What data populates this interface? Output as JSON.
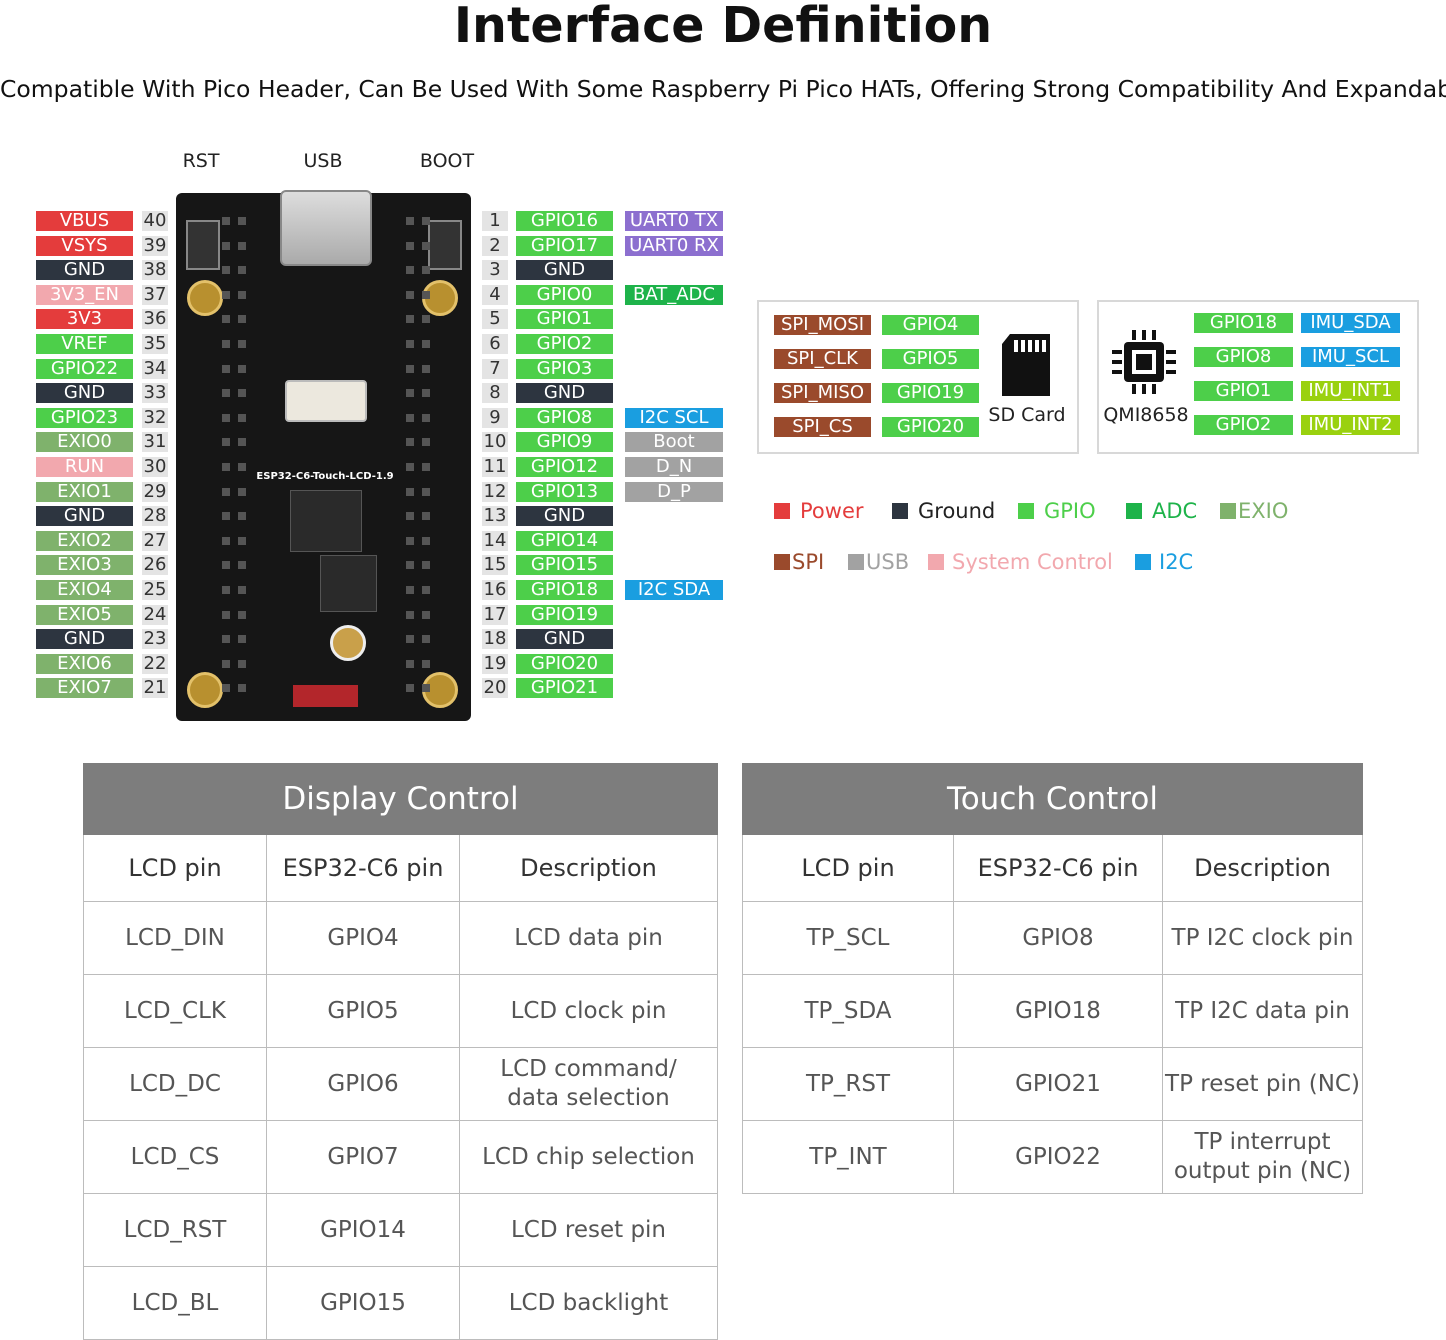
{
  "title": "Interface Definition",
  "subtitle": "Compatible With Pico Header, Can Be Used With Some Raspberry Pi Pico HATs, Offering Strong Compatibility And Expandability",
  "board": {
    "top_labels": [
      "RST",
      "USB",
      "BOOT"
    ],
    "silk_name": "ESP32-C6-Touch-LCD-1.9",
    "sd_label": "SD Card",
    "imu_label": "QMI8658"
  },
  "colors": {
    "power": "#e43c3c",
    "ground": "#2d3540",
    "gpio": "#4dcf4a",
    "adc": "#1eb34a",
    "exio": "#7fb26c",
    "spi": "#9a4a2c",
    "usb": "#a2a2a2",
    "system": "#f2a8ae",
    "i2c": "#1a9ee0",
    "uart": "#8c6fcf",
    "imu": "#9ad10f"
  },
  "left_pins": [
    {
      "label": "VBUS",
      "num": "40",
      "type": "power"
    },
    {
      "label": "VSYS",
      "num": "39",
      "type": "power"
    },
    {
      "label": "GND",
      "num": "38",
      "type": "ground"
    },
    {
      "label": "3V3_EN",
      "num": "37",
      "type": "system"
    },
    {
      "label": "3V3",
      "num": "36",
      "type": "power"
    },
    {
      "label": "VREF",
      "num": "35",
      "type": "gpio"
    },
    {
      "label": "GPIO22",
      "num": "34",
      "type": "gpio"
    },
    {
      "label": "GND",
      "num": "33",
      "type": "ground"
    },
    {
      "label": "GPIO23",
      "num": "32",
      "type": "gpio"
    },
    {
      "label": "EXIO0",
      "num": "31",
      "type": "exio"
    },
    {
      "label": "RUN",
      "num": "30",
      "type": "system"
    },
    {
      "label": "EXIO1",
      "num": "29",
      "type": "exio"
    },
    {
      "label": "GND",
      "num": "28",
      "type": "ground"
    },
    {
      "label": "EXIO2",
      "num": "27",
      "type": "exio"
    },
    {
      "label": "EXIO3",
      "num": "26",
      "type": "exio"
    },
    {
      "label": "EXIO4",
      "num": "25",
      "type": "exio"
    },
    {
      "label": "EXIO5",
      "num": "24",
      "type": "exio"
    },
    {
      "label": "GND",
      "num": "23",
      "type": "ground"
    },
    {
      "label": "EXIO6",
      "num": "22",
      "type": "exio"
    },
    {
      "label": "EXIO7",
      "num": "21",
      "type": "exio"
    }
  ],
  "right_pins": [
    {
      "num": "1",
      "label": "GPIO16",
      "type": "gpio",
      "extra": "UART0 TX",
      "extra_type": "uart"
    },
    {
      "num": "2",
      "label": "GPIO17",
      "type": "gpio",
      "extra": "UART0 RX",
      "extra_type": "uart"
    },
    {
      "num": "3",
      "label": "GND",
      "type": "ground"
    },
    {
      "num": "4",
      "label": "GPIO0",
      "type": "gpio",
      "extra": "BAT_ADC",
      "extra_type": "adc"
    },
    {
      "num": "5",
      "label": "GPIO1",
      "type": "gpio"
    },
    {
      "num": "6",
      "label": "GPIO2",
      "type": "gpio"
    },
    {
      "num": "7",
      "label": "GPIO3",
      "type": "gpio"
    },
    {
      "num": "8",
      "label": "GND",
      "type": "ground"
    },
    {
      "num": "9",
      "label": "GPIO8",
      "type": "gpio",
      "extra": "I2C SCL",
      "extra_type": "i2c"
    },
    {
      "num": "10",
      "label": "GPIO9",
      "type": "gpio",
      "extra": "Boot",
      "extra_type": "usb"
    },
    {
      "num": "11",
      "label": "GPIO12",
      "type": "gpio",
      "extra": "D_N",
      "extra_type": "usb"
    },
    {
      "num": "12",
      "label": "GPIO13",
      "type": "gpio",
      "extra": "D_P",
      "extra_type": "usb"
    },
    {
      "num": "13",
      "label": "GND",
      "type": "ground"
    },
    {
      "num": "14",
      "label": "GPIO14",
      "type": "gpio"
    },
    {
      "num": "15",
      "label": "GPIO15",
      "type": "gpio"
    },
    {
      "num": "16",
      "label": "GPIO18",
      "type": "gpio",
      "extra": "I2C SDA",
      "extra_type": "i2c"
    },
    {
      "num": "17",
      "label": "GPIO19",
      "type": "gpio"
    },
    {
      "num": "18",
      "label": "GND",
      "type": "ground"
    },
    {
      "num": "19",
      "label": "GPIO20",
      "type": "gpio"
    },
    {
      "num": "20",
      "label": "GPIO21",
      "type": "gpio"
    }
  ],
  "sd_pins": [
    {
      "func": "SPI_MOSI",
      "gpio": "GPIO4"
    },
    {
      "func": "SPI_CLK",
      "gpio": "GPIO5"
    },
    {
      "func": "SPI_MISO",
      "gpio": "GPIO19"
    },
    {
      "func": "SPI_CS",
      "gpio": "GPIO20"
    }
  ],
  "imu_pins": [
    {
      "gpio": "GPIO18",
      "func": "IMU_SDA",
      "func_type": "i2c"
    },
    {
      "gpio": "GPIO8",
      "func": "IMU_SCL",
      "func_type": "i2c"
    },
    {
      "gpio": "GPIO1",
      "func": "IMU_INT1",
      "func_type": "imu"
    },
    {
      "gpio": "GPIO2",
      "func": "IMU_INT2",
      "func_type": "imu"
    }
  ],
  "legend_row1": [
    {
      "name": "Power",
      "type": "power"
    },
    {
      "name": "Ground",
      "type": "ground"
    },
    {
      "name": "GPIO",
      "type": "gpio"
    },
    {
      "name": "ADC",
      "type": "adc"
    },
    {
      "name": "EXIO",
      "type": "exio"
    }
  ],
  "legend_row2": [
    {
      "name": "SPI",
      "type": "spi"
    },
    {
      "name": "USB",
      "type": "usb"
    },
    {
      "name": "System Control",
      "type": "system"
    },
    {
      "name": "I2C",
      "type": "i2c"
    }
  ],
  "display_table": {
    "caption": "Display Control",
    "headers": [
      "LCD pin",
      "ESP32-C6 pin",
      "Description"
    ],
    "rows": [
      [
        "LCD_DIN",
        "GPIO4",
        "LCD data pin"
      ],
      [
        "LCD_CLK",
        "GPIO5",
        "LCD clock pin"
      ],
      [
        "LCD_DC",
        "GPIO6",
        "LCD command/\ndata selection"
      ],
      [
        "LCD_CS",
        "GPIO7",
        "LCD chip selection"
      ],
      [
        "LCD_RST",
        "GPIO14",
        "LCD reset pin"
      ],
      [
        "LCD_BL",
        "GPIO15",
        "LCD backlight"
      ]
    ]
  },
  "touch_table": {
    "caption": "Touch Control",
    "headers": [
      "LCD pin",
      "ESP32-C6 pin",
      "Description"
    ],
    "rows": [
      [
        "TP_SCL",
        "GPIO8",
        "TP I2C clock pin"
      ],
      [
        "TP_SDA",
        "GPIO18",
        "TP I2C data pin"
      ],
      [
        "TP_RST",
        "GPIO21",
        "TP reset pin (NC)"
      ],
      [
        "TP_INT",
        "GPIO22",
        "TP interrupt\noutput pin (NC)"
      ]
    ]
  }
}
